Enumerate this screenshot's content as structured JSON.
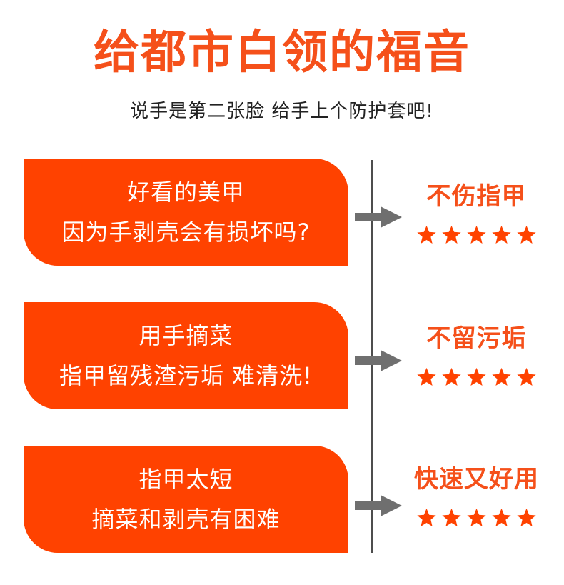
{
  "header": {
    "title": "给都市白领的福音",
    "subtitle": "说手是第二张脸 给手上个防护套吧!"
  },
  "colors": {
    "accent": "#ff4200",
    "title": "#f5501a",
    "arrow": "#6f6f6f",
    "divider": "#4d4d4d",
    "star": "#ff4200"
  },
  "rows": [
    {
      "problem_lines": [
        "好看的美甲",
        "因为手剥壳会有损坏吗?"
      ],
      "benefit": "不伤指甲",
      "rating": 5
    },
    {
      "problem_lines": [
        "用手摘菜",
        "指甲留残渣污垢 难清洗!"
      ],
      "benefit": "不留污垢",
      "rating": 5
    },
    {
      "problem_lines": [
        "指甲太短",
        "摘菜和剥壳有困难"
      ],
      "benefit": "快速又好用",
      "rating": 5
    }
  ]
}
